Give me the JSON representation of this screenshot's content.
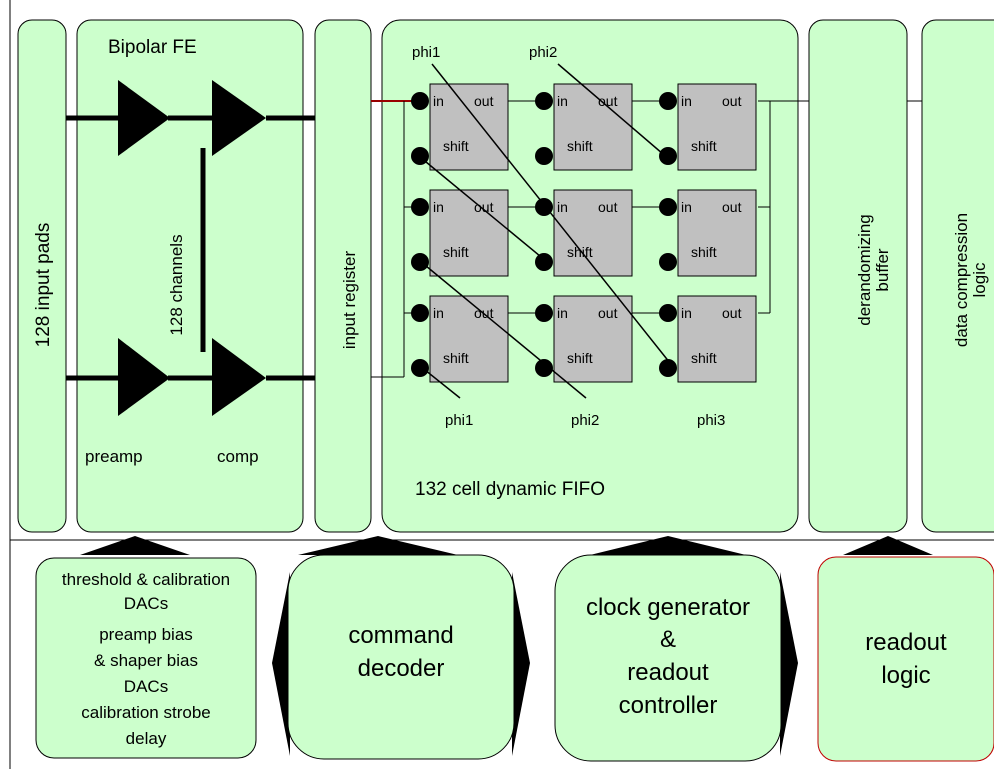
{
  "colors": {
    "block_fill": "#ccffcc",
    "cell_fill": "#c0c0c0",
    "stroke": "#000000",
    "wire_red": "#990000",
    "readout_border": "#c00000"
  },
  "blocks": {
    "input_pads": "128 input pads",
    "bipolar_fe": "Bipolar FE",
    "channels": "128 channels",
    "preamp": "preamp",
    "comp": "comp",
    "input_register": "input register",
    "fifo": "132 cell dynamic FIFO",
    "derandomizing_1": "derandomizing",
    "derandomizing_2": "buffer",
    "compression_1": "data compression",
    "compression_2": "logic"
  },
  "cell_labels": {
    "in": "in",
    "out": "out",
    "shift": "shift"
  },
  "phases": {
    "top": [
      "phi1",
      "phi2"
    ],
    "bottom": [
      "phi1",
      "phi2",
      "phi3"
    ]
  },
  "bottom_blocks": {
    "dacs": [
      "threshold & calibration",
      "DACs",
      "preamp bias",
      "& shaper bias",
      "DACs",
      "calibration strobe",
      "delay"
    ],
    "command": [
      "command",
      "decoder"
    ],
    "clock": [
      "clock generator",
      "&",
      "readout",
      "controller"
    ],
    "readout": [
      "readout",
      "logic"
    ]
  }
}
